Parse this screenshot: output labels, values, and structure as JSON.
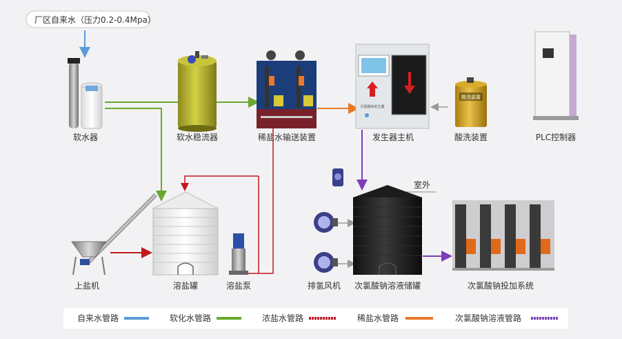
{
  "source_note": "厂区自来水（压力0.2-0.4Mpa）",
  "outdoor_label": "室外",
  "equipment": {
    "softener": "软水器",
    "stabilizer": "软水稳流器",
    "dilute_brine_unit": "稀盐水输送装置",
    "generator": "发生器主机",
    "acid_wash": "酸洗装置",
    "plc": "PLC控制器",
    "salt_loader": "上盐机",
    "salt_tank": "溶盐罐",
    "salt_pump": "溶盐泵",
    "h2_fan": "排氢风机",
    "storage_tank": "次氯酸钠溶液储罐",
    "dosing_system": "次氯酸钠投加系统"
  },
  "device_text": {
    "acid_tank_label": "酸洗装置",
    "generator_panel": "次氯酸钠发生器"
  },
  "legend": [
    {
      "label": "自来水管路",
      "color": "#5b9bd5"
    },
    {
      "label": "软化水管路",
      "color": "#6aa82e"
    },
    {
      "label": "浓盐水管路",
      "color": "#c0191f"
    },
    {
      "label": "稀盐水管路",
      "color": "#e8792a"
    },
    {
      "label": "次氯酸钠溶液管路",
      "color": "#7b3fb5"
    }
  ],
  "colors": {
    "tap_water": "#5b9bd5",
    "soft_water": "#6aa82e",
    "brine": "#c0191f",
    "dilute": "#e8792a",
    "hypo": "#7b3fb5"
  }
}
